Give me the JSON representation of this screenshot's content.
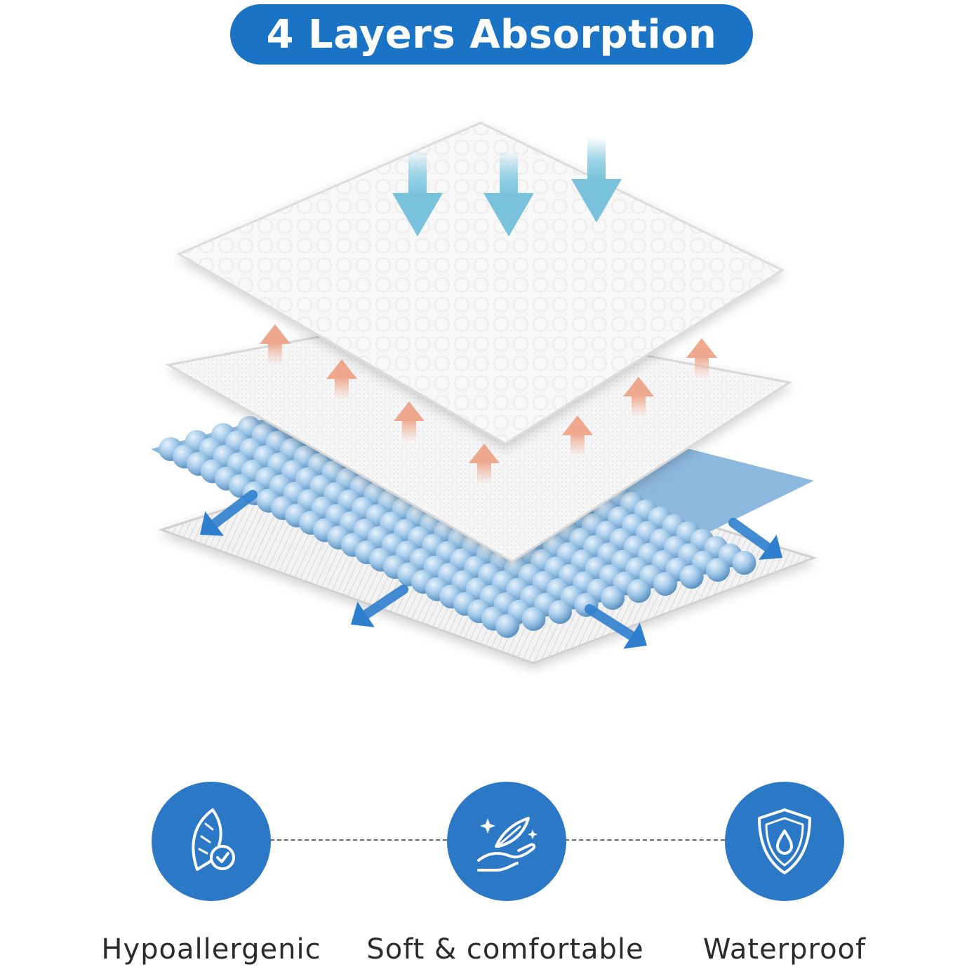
{
  "title": "4 Layers Absorption",
  "colors": {
    "brand_blue": "#1a73c4",
    "circle_blue": "#2a78c6",
    "down_arrow": "#8fcfe3",
    "up_arrow": "#f0b49c",
    "spread_arrow": "#2f7fcf",
    "bead_blue": "#9fc7e8"
  },
  "features": [
    {
      "label": "Hypoallergenic",
      "icon": "feather-check-icon"
    },
    {
      "label": "Soft & comfortable",
      "icon": "hand-feather-icon"
    },
    {
      "label": "Waterproof",
      "icon": "shield-drop-icon"
    }
  ]
}
